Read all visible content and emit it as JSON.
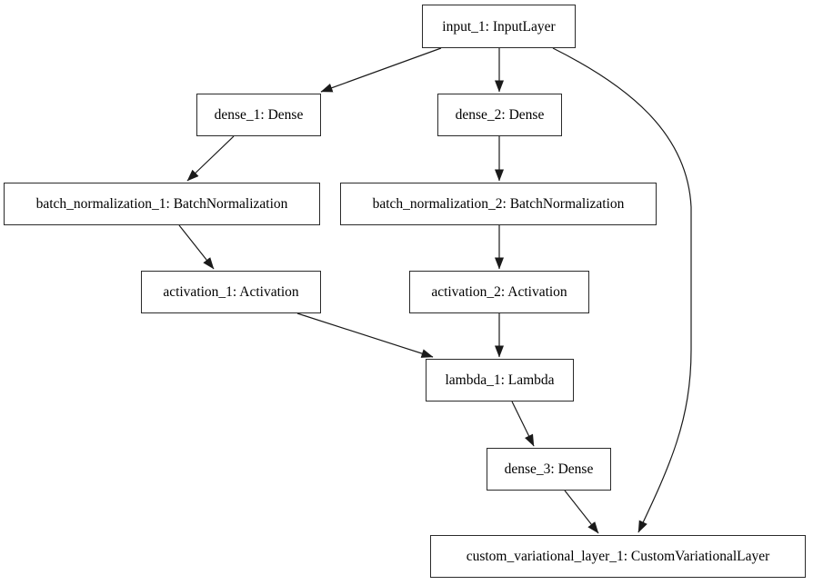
{
  "diagram": {
    "kind": "neural-network-layer-graph",
    "nodes": [
      {
        "id": "input_1",
        "label": "input_1: InputLayer"
      },
      {
        "id": "dense_1",
        "label": "dense_1: Dense"
      },
      {
        "id": "dense_2",
        "label": "dense_2: Dense"
      },
      {
        "id": "batch_normalization_1",
        "label": "batch_normalization_1: BatchNormalization"
      },
      {
        "id": "batch_normalization_2",
        "label": "batch_normalization_2: BatchNormalization"
      },
      {
        "id": "activation_1",
        "label": "activation_1: Activation"
      },
      {
        "id": "activation_2",
        "label": "activation_2: Activation"
      },
      {
        "id": "lambda_1",
        "label": "lambda_1: Lambda"
      },
      {
        "id": "dense_3",
        "label": "dense_3: Dense"
      },
      {
        "id": "custom_variational_layer_1",
        "label": "custom_variational_layer_1: CustomVariationalLayer"
      }
    ],
    "edges": [
      {
        "from": "input_1",
        "to": "dense_1"
      },
      {
        "from": "input_1",
        "to": "dense_2"
      },
      {
        "from": "input_1",
        "to": "custom_variational_layer_1"
      },
      {
        "from": "dense_1",
        "to": "batch_normalization_1"
      },
      {
        "from": "dense_2",
        "to": "batch_normalization_2"
      },
      {
        "from": "batch_normalization_1",
        "to": "activation_1"
      },
      {
        "from": "batch_normalization_2",
        "to": "activation_2"
      },
      {
        "from": "activation_1",
        "to": "lambda_1"
      },
      {
        "from": "activation_2",
        "to": "lambda_1"
      },
      {
        "from": "lambda_1",
        "to": "dense_3"
      },
      {
        "from": "dense_3",
        "to": "custom_variational_layer_1"
      }
    ],
    "colors": {
      "background": "#ffffff",
      "node_fill": "#ffffff",
      "node_border": "#2a2a2a",
      "edge": "#1a1a1a",
      "text": "#000000"
    }
  }
}
